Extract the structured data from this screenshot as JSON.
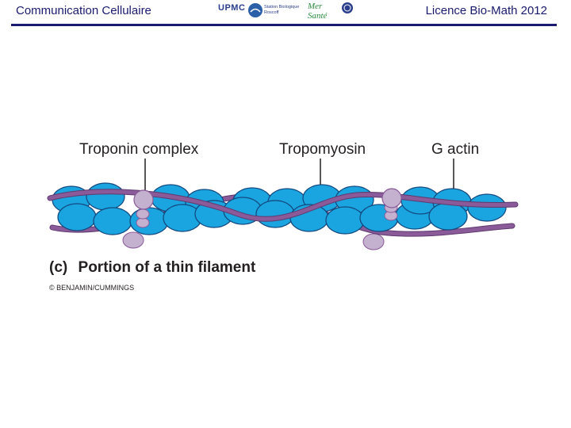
{
  "header": {
    "left_title": "Communication Cellulaire",
    "right_title": "Licence Bio-Math 2012",
    "logos": {
      "upmc": "UPMC",
      "station": "Station Biologique Roscoff",
      "mer": "Mer Santé"
    },
    "rule_color": "#1a1a6e"
  },
  "diagram": {
    "labels": {
      "troponin": "Troponin complex",
      "tropomyosin": "Tropomyosin",
      "actin": "G actin"
    },
    "caption_prefix": "(c)",
    "caption": "Portion of a thin filament",
    "copyright": "© BENJAMIN/CUMMINGS",
    "colors": {
      "actin_fill": "#1aa5e0",
      "actin_stroke": "#13477d",
      "tropomyosin": "#8a5a99",
      "troponin": "#c4b0cf"
    }
  }
}
